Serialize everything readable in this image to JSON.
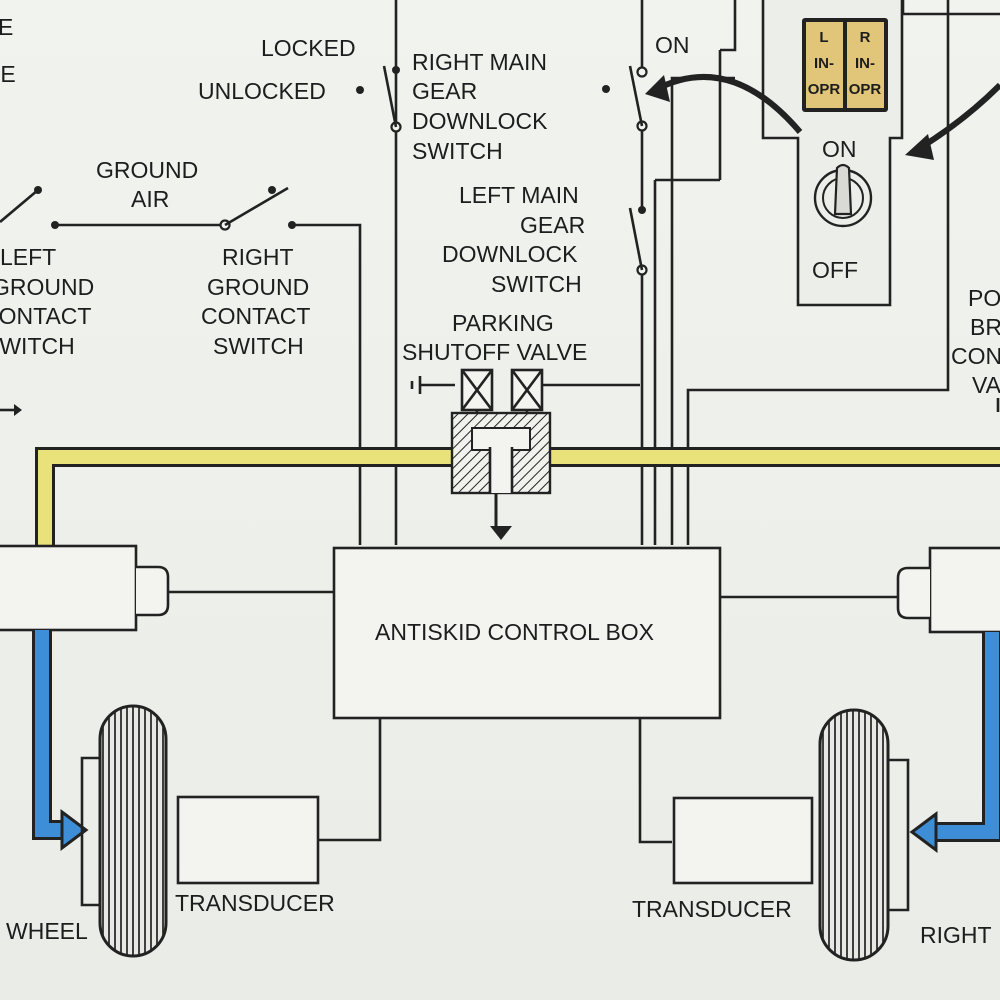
{
  "labels": {
    "top_left_e": "E",
    "top_left_ie": "IE",
    "locked": "LOCKED",
    "unlocked": "UNLOCKED",
    "right_main_1": "RIGHT MAIN",
    "right_main_2": "GEAR",
    "right_main_3": "DOWNLOCK",
    "right_main_4": "SWITCH",
    "on_top": "ON",
    "ground": "GROUND",
    "air": "AIR",
    "left_gc_1": "LEFT",
    "left_gc_2": "GROUND",
    "left_gc_3": "CONTACT",
    "left_gc_4": "SWITCH",
    "right_gc_1": "RIGHT",
    "right_gc_2": "GROUND",
    "right_gc_3": "CONTACT",
    "right_gc_4": "SWITCH",
    "left_main_1": "LEFT MAIN",
    "left_main_2": "GEAR",
    "left_main_3": "DOWNLOCK",
    "left_main_4": "SWITCH",
    "parking_1": "PARKING",
    "parking_2": "SHUTOFF VALVE",
    "control_box": "ANTISKID CONTROL BOX",
    "transducer_left": "TRANSDUCER",
    "transducer_right": "TRANSDUCER",
    "wheel_left": "WHEEL",
    "wheel_right": "RIGHT",
    "switch_on": "ON",
    "switch_off": "OFF",
    "pb_1": "PO",
    "pb_2": "BR",
    "pb_3": "CON",
    "pb_4": "VA"
  },
  "annunciator": {
    "left_l": "L",
    "left_in": "IN-",
    "left_opr": "OPR",
    "right_r": "R",
    "right_in": "IN-",
    "right_opr": "OPR"
  },
  "colors": {
    "hydraulic_yellow": "#e9e27a",
    "hydraulic_blue": "#3d8ed6",
    "annunciator_amber": "#e1c679",
    "line": "#222222"
  }
}
